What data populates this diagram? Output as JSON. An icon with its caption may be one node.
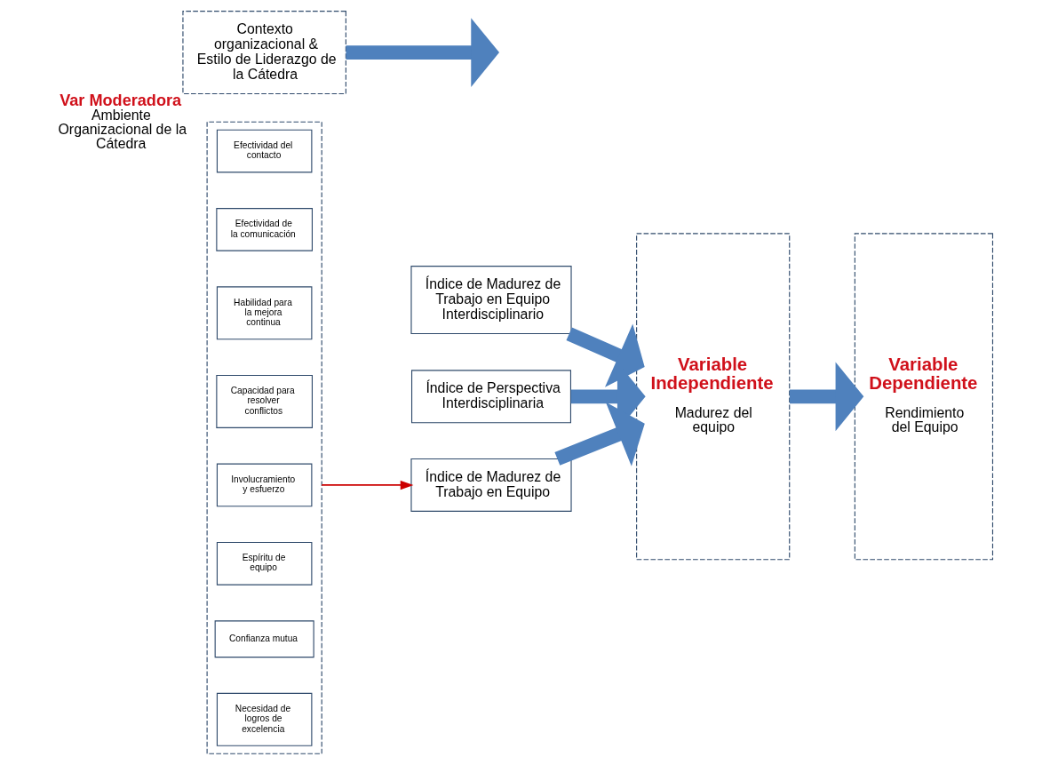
{
  "diagram": {
    "nodes": [
      {
        "text": [
          "Índice de Madurez de Trabajo en Equipo Interdisciplinario"
        ]
      },
      {
        "text": [
          "Índice de Perspectiva Interdisciplinaria"
        ]
      },
      {
        "text": [],
        "shape": "box"
      },
      {
        "text": [
          "Efectividad del contacto"
        ],
        "in": 2
      },
      {
        "text": [
          "Efectividad de la comunicación"
        ],
        "in": 2
      },
      {
        "text": [
          "Habilidad para la mejora continua"
        ],
        "in": 2
      },
      {
        "text": [
          "Capacidad para resolver conflictos"
        ],
        "in": 2
      },
      {
        "text": [
          "Involucramiento y esfuerzo"
        ],
        "in": 2
      },
      {
        "text": [
          "Espíritu de equipo"
        ],
        "in": 2
      },
      {
        "text": [
          "Confianza mutua"
        ],
        "in": 2
      },
      {
        "text": [
          "Necesidad de logros de excelencia"
        ],
        "in": 2
      },
      {
        "text": [
          "Índice de Madurez de Trabajo en Equipo"
        ]
      },
      {
        "text": [
          "Variable Independiente",
          "Madurez del equipo"
        ]
      },
      {
        "text": [
          "Variable Dependiente",
          "Rendimiento del Equipo"
        ]
      },
      {
        "text": [
          "Contexto organizacional & Estilo de Liderazgo de la Cátedra"
        ],
        "beside": [
          "Var Moderadora",
          "Ambiente Organizacional de la Cátedra"
        ]
      }
    ],
    "edges": [
      {
        "from": 0,
        "to": 12,
        "arrow": "to"
      },
      {
        "from": 1,
        "to": 12,
        "arrow": "to"
      },
      {
        "from": 2,
        "to": 11,
        "arrow": "to",
        "color": "#cc0000"
      },
      {
        "from": 11,
        "to": 12,
        "arrow": "to"
      },
      {
        "from": 12,
        "to": 13,
        "arrow": "to"
      },
      {
        "from": 14,
        "to": null,
        "arrow": "to"
      }
    ]
  }
}
